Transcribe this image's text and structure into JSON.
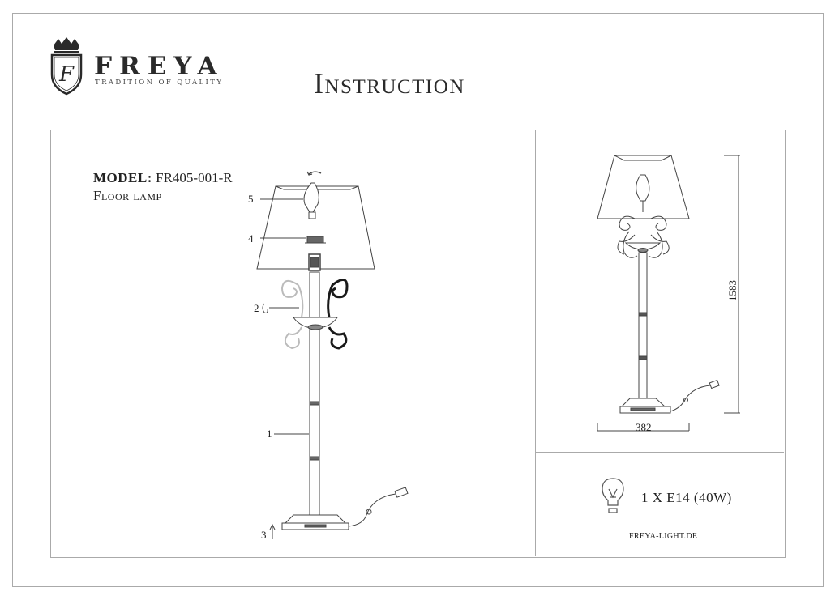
{
  "brand": {
    "name": "FREYA",
    "tagline": "TRADITION OF QUALITY",
    "logo_letter": "F"
  },
  "title": "Instruction",
  "model": {
    "label": "MODEL:",
    "code": "FR405-001-R",
    "type": "Floor lamp"
  },
  "callouts": [
    "1",
    "2",
    "3",
    "4",
    "5"
  ],
  "dimensions": {
    "height": "1583",
    "width": "382"
  },
  "spec": {
    "bulb": "1 X E14 (40W)"
  },
  "website": "FREYA-LIGHT.DE",
  "icons": [
    "logo-crest-icon",
    "rotate-arrow-icon",
    "hook-icon",
    "up-arrow-icon",
    "bulb-icon"
  ]
}
